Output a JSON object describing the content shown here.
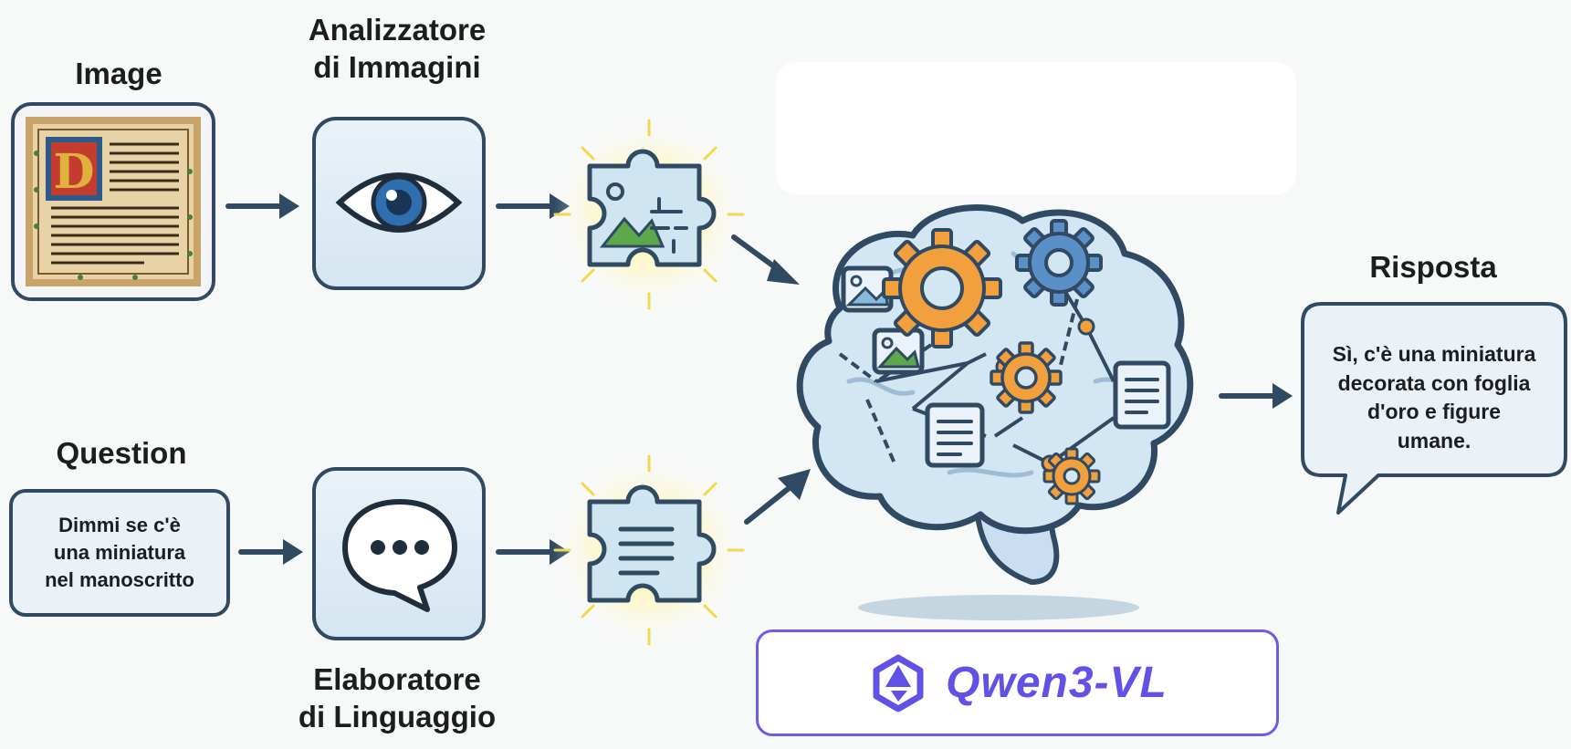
{
  "labels": {
    "image": "Image",
    "analyzer_line1": "Analizzatore",
    "analyzer_line2": "di Immagini",
    "question": "Question",
    "processor_line1": "Elaboratore",
    "processor_line2": "di Linguaggio",
    "response": "Risposta"
  },
  "question_text": {
    "line1": "Dimmi se c'è",
    "line2": "una miniatura",
    "line3": "nel manoscritto"
  },
  "answer_text": {
    "line1": "Sì, c'è una miniatura",
    "line2": "decorata con foglia",
    "line3": "d'oro e figure",
    "line4": "umane."
  },
  "brand": {
    "name": "Qwen3-VL",
    "color": "#6152e6",
    "icon": "qwen-logo-icon"
  },
  "icons": [
    "manuscript-image",
    "eye-icon",
    "puzzle-image-icon",
    "chat-bubble-icon",
    "puzzle-text-icon",
    "brain-gears-icon",
    "arrow-right-icon"
  ],
  "colors": {
    "outline": "#2f4a62",
    "box_fill": "#dcebf5",
    "gear_orange": "#f2a03d",
    "gear_blue": "#5b8fc7",
    "glow": "#fff59a"
  }
}
